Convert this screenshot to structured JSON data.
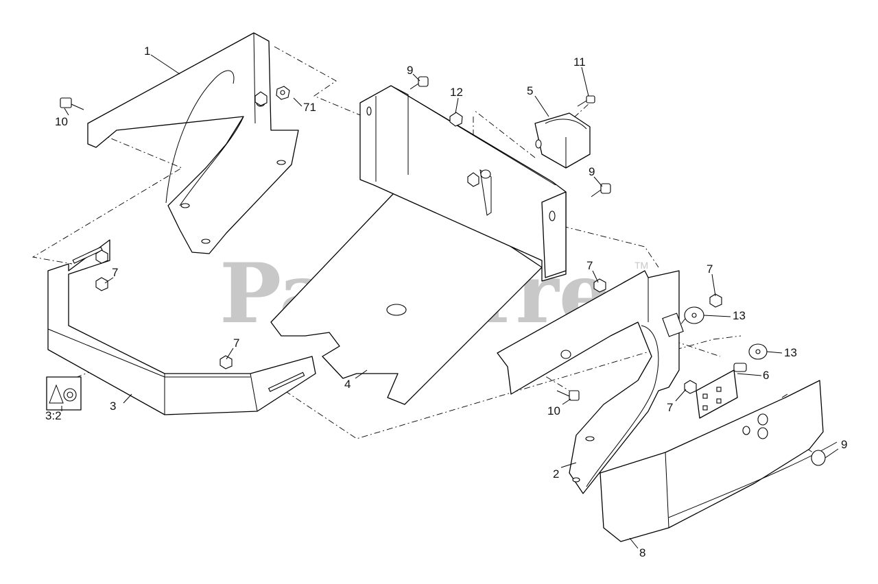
{
  "watermark": {
    "text": "PartsTree",
    "mark": "TM",
    "color": "#c8c8c8"
  },
  "callouts": {
    "c1": "1",
    "c2": "2",
    "c3": "3",
    "c3_2": "3:2",
    "c4": "4",
    "c5": "5",
    "c6": "6",
    "c7a": "7",
    "c7b": "7",
    "c7c": "7",
    "c7d": "7",
    "c7e": "7",
    "c8": "8",
    "c9a": "9",
    "c9b": "9",
    "c9c": "9",
    "c10a": "10",
    "c10b": "10",
    "c11": "11",
    "c12": "12",
    "c13a": "13",
    "c13b": "13",
    "c71": "71"
  }
}
